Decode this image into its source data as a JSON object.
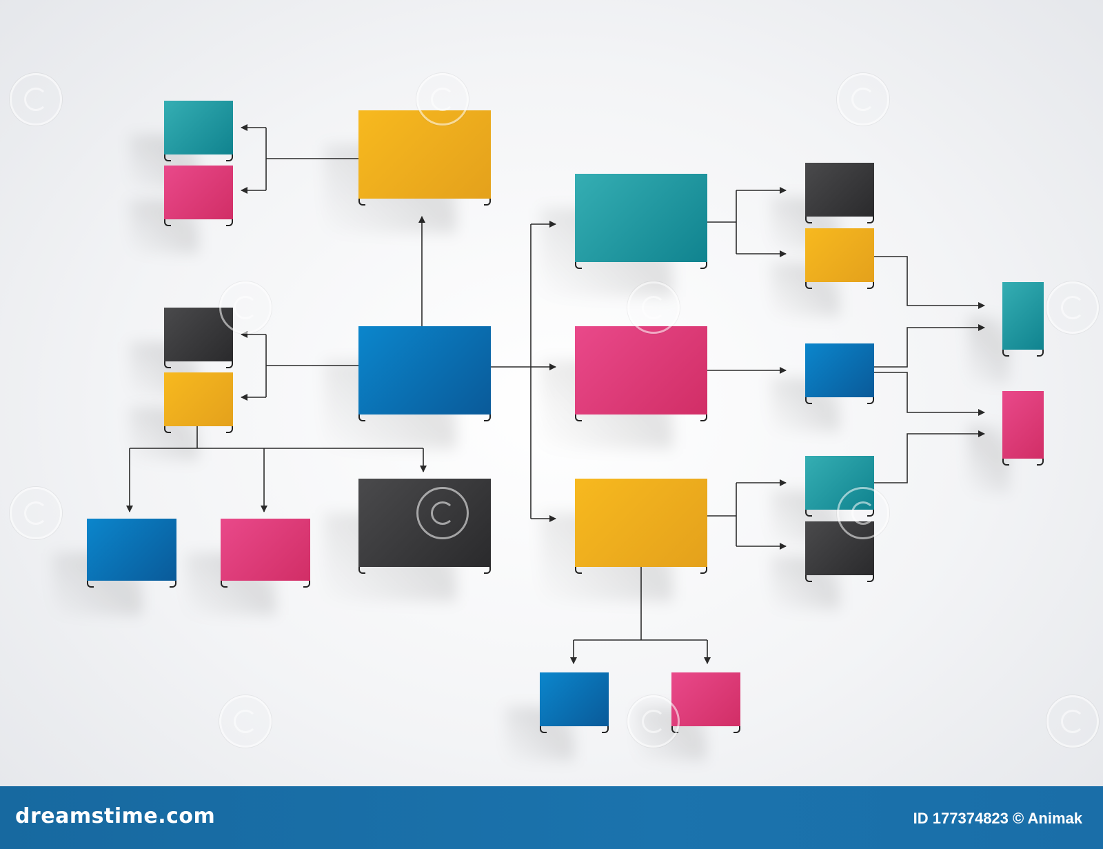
{
  "footer": {
    "brand": "dreamstime.com",
    "id_text": "ID 177374823 © Animak"
  },
  "colors": {
    "teal": "#1f9aa3",
    "yellow": "#f2b01e",
    "pink": "#df3a7c",
    "blue": "#0a73bd",
    "black": "#3a3a3c",
    "connector": "#2a2a2a",
    "footer": "#1a6ea8"
  },
  "watermark": "dreamstime",
  "nodes": [
    {
      "id": "n1",
      "color": "teal"
    },
    {
      "id": "n2",
      "color": "pink"
    },
    {
      "id": "n3",
      "color": "yellow"
    },
    {
      "id": "n4",
      "color": "black"
    },
    {
      "id": "n5",
      "color": "yellow"
    },
    {
      "id": "n6",
      "color": "blue"
    },
    {
      "id": "n7",
      "color": "blue"
    },
    {
      "id": "n8",
      "color": "pink"
    },
    {
      "id": "n9",
      "color": "black"
    },
    {
      "id": "n10",
      "color": "teal"
    },
    {
      "id": "n11",
      "color": "pink"
    },
    {
      "id": "n12",
      "color": "yellow"
    },
    {
      "id": "n13",
      "color": "black"
    },
    {
      "id": "n14",
      "color": "yellow"
    },
    {
      "id": "n15",
      "color": "blue"
    },
    {
      "id": "n16",
      "color": "teal"
    },
    {
      "id": "n17",
      "color": "black"
    },
    {
      "id": "n18",
      "color": "teal"
    },
    {
      "id": "n19",
      "color": "pink"
    },
    {
      "id": "n20",
      "color": "blue"
    },
    {
      "id": "n21",
      "color": "pink"
    }
  ]
}
